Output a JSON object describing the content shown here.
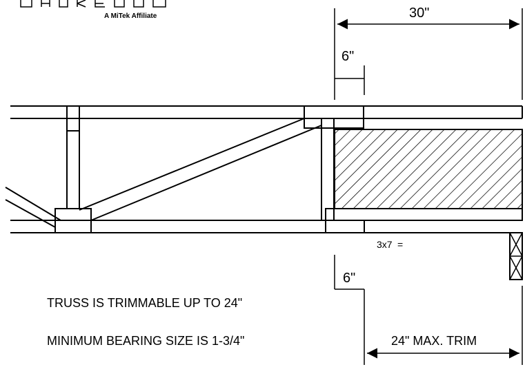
{
  "logo": {
    "affiliate_text": "A MiTek Affiliate"
  },
  "dimensions": {
    "top_overall": "30\"",
    "top_offset": "6\"",
    "bottom_offset": "6\"",
    "bottom_trim": "24\" MAX. TRIM"
  },
  "plate_label": "3x7",
  "plate_symbol": "=",
  "notes": {
    "trimmable": "TRUSS IS TRIMMABLE UP TO 24\"",
    "bearing": "MINIMUM BEARING SIZE IS 1-3/4\""
  },
  "colors": {
    "line": "#000000",
    "background": "#ffffff"
  }
}
